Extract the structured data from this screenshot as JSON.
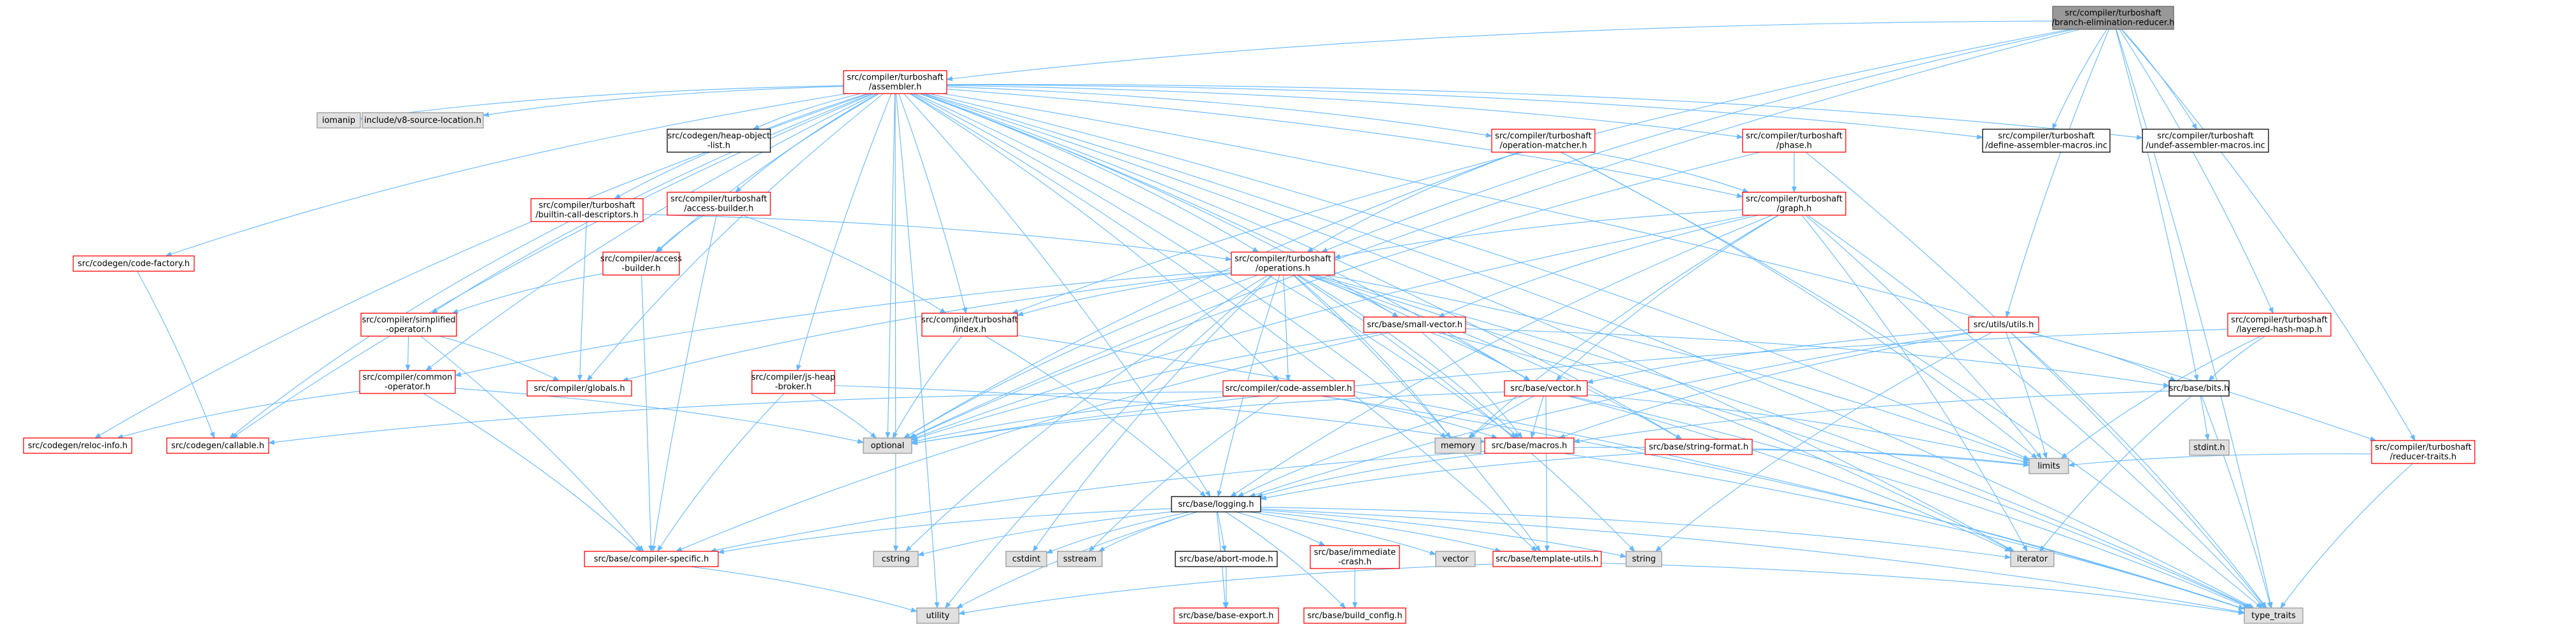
{
  "colors": {
    "edge": "#63b8ff",
    "red_border": "#ff0000",
    "gray_border": "#999999",
    "gray_fill": "#e0e0e0",
    "root_fill": "#999999",
    "root_border": "#666666",
    "white_fill": "#ffffff"
  },
  "nodes": [
    {
      "id": "root",
      "lines": [
        "src/compiler/turboshaft",
        "/branch-elimination-reducer.h"
      ],
      "style": "root"
    },
    {
      "id": "assembler",
      "lines": [
        "src/compiler/turboshaft",
        "/assembler.h"
      ],
      "style": "red"
    },
    {
      "id": "iomanip",
      "lines": [
        "iomanip"
      ],
      "style": "gray"
    },
    {
      "id": "v8srcloc",
      "lines": [
        "include/v8-source-location.h"
      ],
      "style": "gray"
    },
    {
      "id": "heapobjlist",
      "lines": [
        "src/codegen/heap-object",
        "-list.h"
      ],
      "style": "black"
    },
    {
      "id": "opmatch",
      "lines": [
        "src/compiler/turboshaft",
        "/operation-matcher.h"
      ],
      "style": "red"
    },
    {
      "id": "phase",
      "lines": [
        "src/compiler/turboshaft",
        "/phase.h"
      ],
      "style": "red"
    },
    {
      "id": "defasm",
      "lines": [
        "src/compiler/turboshaft",
        "/define-assembler-macros.inc"
      ],
      "style": "black"
    },
    {
      "id": "undefasm",
      "lines": [
        "src/compiler/turboshaft",
        "/undef-assembler-macros.inc"
      ],
      "style": "black"
    },
    {
      "id": "builtincall",
      "lines": [
        "src/compiler/turboshaft",
        "/builtin-call-descriptors.h"
      ],
      "style": "red"
    },
    {
      "id": "accessbuilderts",
      "lines": [
        "src/compiler/turboshaft",
        "/access-builder.h"
      ],
      "style": "red"
    },
    {
      "id": "graph",
      "lines": [
        "src/compiler/turboshaft",
        "/graph.h"
      ],
      "style": "red"
    },
    {
      "id": "codefactory",
      "lines": [
        "src/codegen/code-factory.h"
      ],
      "style": "red"
    },
    {
      "id": "accessbuilder",
      "lines": [
        "src/compiler/access",
        "-builder.h"
      ],
      "style": "red"
    },
    {
      "id": "operations",
      "lines": [
        "src/compiler/turboshaft",
        "/operations.h"
      ],
      "style": "red"
    },
    {
      "id": "simplifiedop",
      "lines": [
        "src/compiler/simplified",
        "-operator.h"
      ],
      "style": "red"
    },
    {
      "id": "tsindex",
      "lines": [
        "src/compiler/turboshaft",
        "/index.h"
      ],
      "style": "red"
    },
    {
      "id": "smallvector",
      "lines": [
        "src/base/small-vector.h"
      ],
      "style": "red"
    },
    {
      "id": "utils",
      "lines": [
        "src/utils/utils.h"
      ],
      "style": "red"
    },
    {
      "id": "layeredhash",
      "lines": [
        "src/compiler/turboshaft",
        "/layered-hash-map.h"
      ],
      "style": "red"
    },
    {
      "id": "commonop",
      "lines": [
        "src/compiler/common",
        "-operator.h"
      ],
      "style": "red"
    },
    {
      "id": "globals",
      "lines": [
        "src/compiler/globals.h"
      ],
      "style": "red"
    },
    {
      "id": "jsheapbroker",
      "lines": [
        "src/compiler/js-heap",
        "-broker.h"
      ],
      "style": "red"
    },
    {
      "id": "codeassembler",
      "lines": [
        "src/compiler/code-assembler.h"
      ],
      "style": "red"
    },
    {
      "id": "vector",
      "lines": [
        "src/base/vector.h"
      ],
      "style": "red"
    },
    {
      "id": "bits",
      "lines": [
        "src/base/bits.h"
      ],
      "style": "black"
    },
    {
      "id": "relocinfo",
      "lines": [
        "src/codegen/reloc-info.h"
      ],
      "style": "red"
    },
    {
      "id": "callable",
      "lines": [
        "src/codegen/callable.h"
      ],
      "style": "red"
    },
    {
      "id": "optional",
      "lines": [
        "optional"
      ],
      "style": "gray"
    },
    {
      "id": "memory",
      "lines": [
        "memory"
      ],
      "style": "gray"
    },
    {
      "id": "macros",
      "lines": [
        "src/base/macros.h"
      ],
      "style": "red"
    },
    {
      "id": "stringformat",
      "lines": [
        "src/base/string-format.h"
      ],
      "style": "red"
    },
    {
      "id": "stdint",
      "lines": [
        "stdint.h"
      ],
      "style": "gray"
    },
    {
      "id": "reducertraits",
      "lines": [
        "src/compiler/turboshaft",
        "/reducer-traits.h"
      ],
      "style": "red"
    },
    {
      "id": "limits",
      "lines": [
        "limits"
      ],
      "style": "gray"
    },
    {
      "id": "logging",
      "lines": [
        "src/base/logging.h"
      ],
      "style": "black"
    },
    {
      "id": "compilerspecific",
      "lines": [
        "src/base/compiler-specific.h"
      ],
      "style": "red"
    },
    {
      "id": "cstring",
      "lines": [
        "cstring"
      ],
      "style": "gray"
    },
    {
      "id": "cstdint",
      "lines": [
        "cstdint"
      ],
      "style": "gray"
    },
    {
      "id": "sstream",
      "lines": [
        "sstream"
      ],
      "style": "gray"
    },
    {
      "id": "abortmode",
      "lines": [
        "src/base/abort-mode.h"
      ],
      "style": "black"
    },
    {
      "id": "immediatecrash",
      "lines": [
        "src/base/immediate",
        "-crash.h"
      ],
      "style": "red"
    },
    {
      "id": "vectorstd",
      "lines": [
        "vector"
      ],
      "style": "gray"
    },
    {
      "id": "templateutils",
      "lines": [
        "src/base/template-utils.h"
      ],
      "style": "red"
    },
    {
      "id": "string",
      "lines": [
        "string"
      ],
      "style": "gray"
    },
    {
      "id": "iterator",
      "lines": [
        "iterator"
      ],
      "style": "gray"
    },
    {
      "id": "utility",
      "lines": [
        "utility"
      ],
      "style": "gray"
    },
    {
      "id": "baseexport",
      "lines": [
        "src/base/base-export.h"
      ],
      "style": "red"
    },
    {
      "id": "buildconfig",
      "lines": [
        "src/base/build_config.h"
      ],
      "style": "red"
    },
    {
      "id": "typetraits",
      "lines": [
        "type_traits"
      ],
      "style": "gray"
    }
  ],
  "edges": [
    [
      "root",
      "assembler"
    ],
    [
      "root",
      "defasm"
    ],
    [
      "root",
      "undefasm"
    ],
    [
      "root",
      "operations"
    ],
    [
      "root",
      "tsindex"
    ],
    [
      "root",
      "utils"
    ],
    [
      "root",
      "layeredhash"
    ],
    [
      "root",
      "bits"
    ],
    [
      "root",
      "reducertraits"
    ],
    [
      "root",
      "optional"
    ],
    [
      "root",
      "typetraits"
    ],
    [
      "assembler",
      "iomanip"
    ],
    [
      "assembler",
      "v8srcloc"
    ],
    [
      "assembler",
      "heapobjlist"
    ],
    [
      "assembler",
      "opmatch"
    ],
    [
      "assembler",
      "phase"
    ],
    [
      "assembler",
      "defasm"
    ],
    [
      "assembler",
      "undefasm"
    ],
    [
      "assembler",
      "builtincall"
    ],
    [
      "assembler",
      "accessbuilderts"
    ],
    [
      "assembler",
      "graph"
    ],
    [
      "assembler",
      "codefactory"
    ],
    [
      "assembler",
      "accessbuilder"
    ],
    [
      "assembler",
      "operations"
    ],
    [
      "assembler",
      "simplifiedop"
    ],
    [
      "assembler",
      "tsindex"
    ],
    [
      "assembler",
      "smallvector"
    ],
    [
      "assembler",
      "commonop"
    ],
    [
      "assembler",
      "globals"
    ],
    [
      "assembler",
      "jsheapbroker"
    ],
    [
      "assembler",
      "codeassembler"
    ],
    [
      "assembler",
      "vector"
    ],
    [
      "assembler",
      "relocinfo"
    ],
    [
      "assembler",
      "callable"
    ],
    [
      "assembler",
      "optional"
    ],
    [
      "assembler",
      "memory"
    ],
    [
      "assembler",
      "macros"
    ],
    [
      "assembler",
      "stringformat"
    ],
    [
      "assembler",
      "logging"
    ],
    [
      "assembler",
      "cstring"
    ],
    [
      "assembler",
      "limits"
    ],
    [
      "assembler",
      "typetraits"
    ],
    [
      "assembler",
      "reducertraits"
    ],
    [
      "assembler",
      "utility"
    ],
    [
      "assembler",
      "iterator"
    ],
    [
      "assembler",
      "templateutils"
    ],
    [
      "opmatch",
      "graph"
    ],
    [
      "opmatch",
      "operations"
    ],
    [
      "opmatch",
      "limits"
    ],
    [
      "opmatch",
      "optional"
    ],
    [
      "opmatch",
      "typetraits"
    ],
    [
      "phase",
      "graph"
    ],
    [
      "phase",
      "typetraits"
    ],
    [
      "phase",
      "optional"
    ],
    [
      "builtincall",
      "operations"
    ],
    [
      "builtincall",
      "globals"
    ],
    [
      "builtincall",
      "callable"
    ],
    [
      "accessbuilderts",
      "accessbuilder"
    ],
    [
      "accessbuilderts",
      "tsindex"
    ],
    [
      "accessbuilderts",
      "compilerspecific"
    ],
    [
      "graph",
      "operations"
    ],
    [
      "graph",
      "smallvector"
    ],
    [
      "graph",
      "vector"
    ],
    [
      "graph",
      "iterator"
    ],
    [
      "graph",
      "limits"
    ],
    [
      "graph",
      "memory"
    ],
    [
      "graph",
      "typetraits"
    ],
    [
      "graph",
      "optional"
    ],
    [
      "graph",
      "logging"
    ],
    [
      "codefactory",
      "callable"
    ],
    [
      "accessbuilder",
      "simplifiedop"
    ],
    [
      "accessbuilder",
      "compilerspecific"
    ],
    [
      "operations",
      "tsindex"
    ],
    [
      "operations",
      "smallvector"
    ],
    [
      "operations",
      "vector"
    ],
    [
      "operations",
      "globals"
    ],
    [
      "operations",
      "commonop"
    ],
    [
      "operations",
      "codeassembler"
    ],
    [
      "operations",
      "macros"
    ],
    [
      "operations",
      "logging"
    ],
    [
      "operations",
      "optional"
    ],
    [
      "operations",
      "cstring"
    ],
    [
      "operations",
      "cstdint"
    ],
    [
      "operations",
      "limits"
    ],
    [
      "operations",
      "utility"
    ],
    [
      "operations",
      "typetraits"
    ],
    [
      "operations",
      "templateutils"
    ],
    [
      "operations",
      "string"
    ],
    [
      "operations",
      "memory"
    ],
    [
      "operations",
      "iterator"
    ],
    [
      "operations",
      "stringformat"
    ],
    [
      "simplifiedop",
      "commonop"
    ],
    [
      "simplifiedop",
      "globals"
    ],
    [
      "simplifiedop",
      "compilerspecific"
    ],
    [
      "tsindex",
      "logging"
    ],
    [
      "tsindex",
      "optional"
    ],
    [
      "tsindex",
      "typetraits"
    ],
    [
      "smallvector",
      "vector"
    ],
    [
      "smallvector",
      "bits"
    ],
    [
      "smallvector",
      "macros"
    ],
    [
      "smallvector",
      "compilerspecific"
    ],
    [
      "smallvector",
      "typetraits"
    ],
    [
      "smallvector",
      "optional"
    ],
    [
      "utils",
      "vector"
    ],
    [
      "utils",
      "bits"
    ],
    [
      "utils",
      "macros"
    ],
    [
      "utils",
      "logging"
    ],
    [
      "utils",
      "limits"
    ],
    [
      "utils",
      "typetraits"
    ],
    [
      "utils",
      "string"
    ],
    [
      "layeredhash",
      "bits"
    ],
    [
      "layeredhash",
      "limits"
    ],
    [
      "layeredhash",
      "optional"
    ],
    [
      "commonop",
      "relocinfo"
    ],
    [
      "commonop",
      "optional"
    ],
    [
      "commonop",
      "compilerspecific"
    ],
    [
      "jsheapbroker",
      "optional"
    ],
    [
      "jsheapbroker",
      "macros"
    ],
    [
      "jsheapbroker",
      "compilerspecific"
    ],
    [
      "codeassembler",
      "optional"
    ],
    [
      "codeassembler",
      "macros"
    ],
    [
      "codeassembler",
      "sstream"
    ],
    [
      "codeassembler",
      "callable"
    ],
    [
      "codeassembler",
      "typetraits"
    ],
    [
      "vector",
      "macros"
    ],
    [
      "vector",
      "logging"
    ],
    [
      "vector",
      "limits"
    ],
    [
      "vector",
      "memory"
    ],
    [
      "vector",
      "iterator"
    ],
    [
      "vector",
      "typetraits"
    ],
    [
      "vector",
      "templateutils"
    ],
    [
      "vector",
      "optional"
    ],
    [
      "bits",
      "macros"
    ],
    [
      "bits",
      "stdint"
    ],
    [
      "bits",
      "typetraits"
    ],
    [
      "bits",
      "iterator"
    ],
    [
      "macros",
      "logging"
    ],
    [
      "macros",
      "compilerspecific"
    ],
    [
      "macros",
      "limits"
    ],
    [
      "macros",
      "typetraits"
    ],
    [
      "stringformat",
      "logging"
    ],
    [
      "stringformat",
      "limits"
    ],
    [
      "reducertraits",
      "limits"
    ],
    [
      "reducertraits",
      "typetraits"
    ],
    [
      "logging",
      "compilerspecific"
    ],
    [
      "logging",
      "cstring"
    ],
    [
      "logging",
      "cstdint"
    ],
    [
      "logging",
      "sstream"
    ],
    [
      "logging",
      "abortmode"
    ],
    [
      "logging",
      "immediatecrash"
    ],
    [
      "logging",
      "vectorstd"
    ],
    [
      "logging",
      "templateutils"
    ],
    [
      "logging",
      "string"
    ],
    [
      "logging",
      "iterator"
    ],
    [
      "logging",
      "utility"
    ],
    [
      "logging",
      "baseexport"
    ],
    [
      "logging",
      "buildconfig"
    ],
    [
      "logging",
      "typetraits"
    ],
    [
      "abortmode",
      "baseexport"
    ],
    [
      "immediatecrash",
      "buildconfig"
    ],
    [
      "templateutils",
      "utility"
    ],
    [
      "templateutils",
      "typetraits"
    ],
    [
      "compilerspecific",
      "utility"
    ]
  ]
}
